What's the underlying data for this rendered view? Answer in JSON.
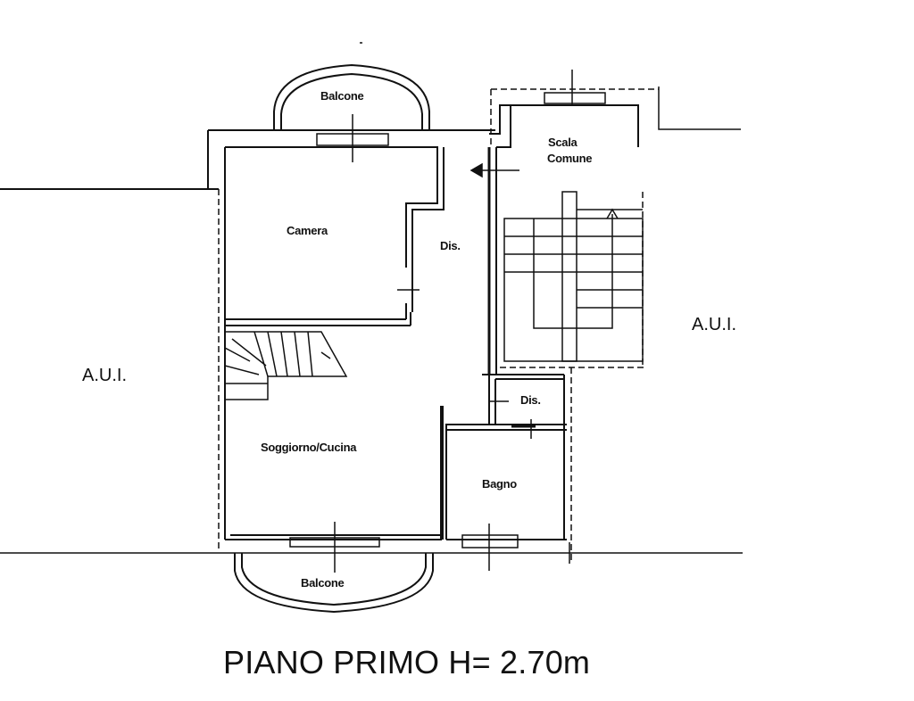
{
  "rooms": {
    "balcone_top": "Balcone",
    "scale_line1": "Scala",
    "scale_line2": "Comune",
    "camera": "Camera",
    "dis_upper": "Dis.",
    "soggiorno": "Soggiorno/Cucina",
    "dis_lower": "Dis.",
    "bagno": "Bagno",
    "balcone_bottom": "Balcone"
  },
  "neighbors": {
    "left": "A.U.I.",
    "right": "A.U.I."
  },
  "caption": "PIANO PRIMO H= 2.70m"
}
